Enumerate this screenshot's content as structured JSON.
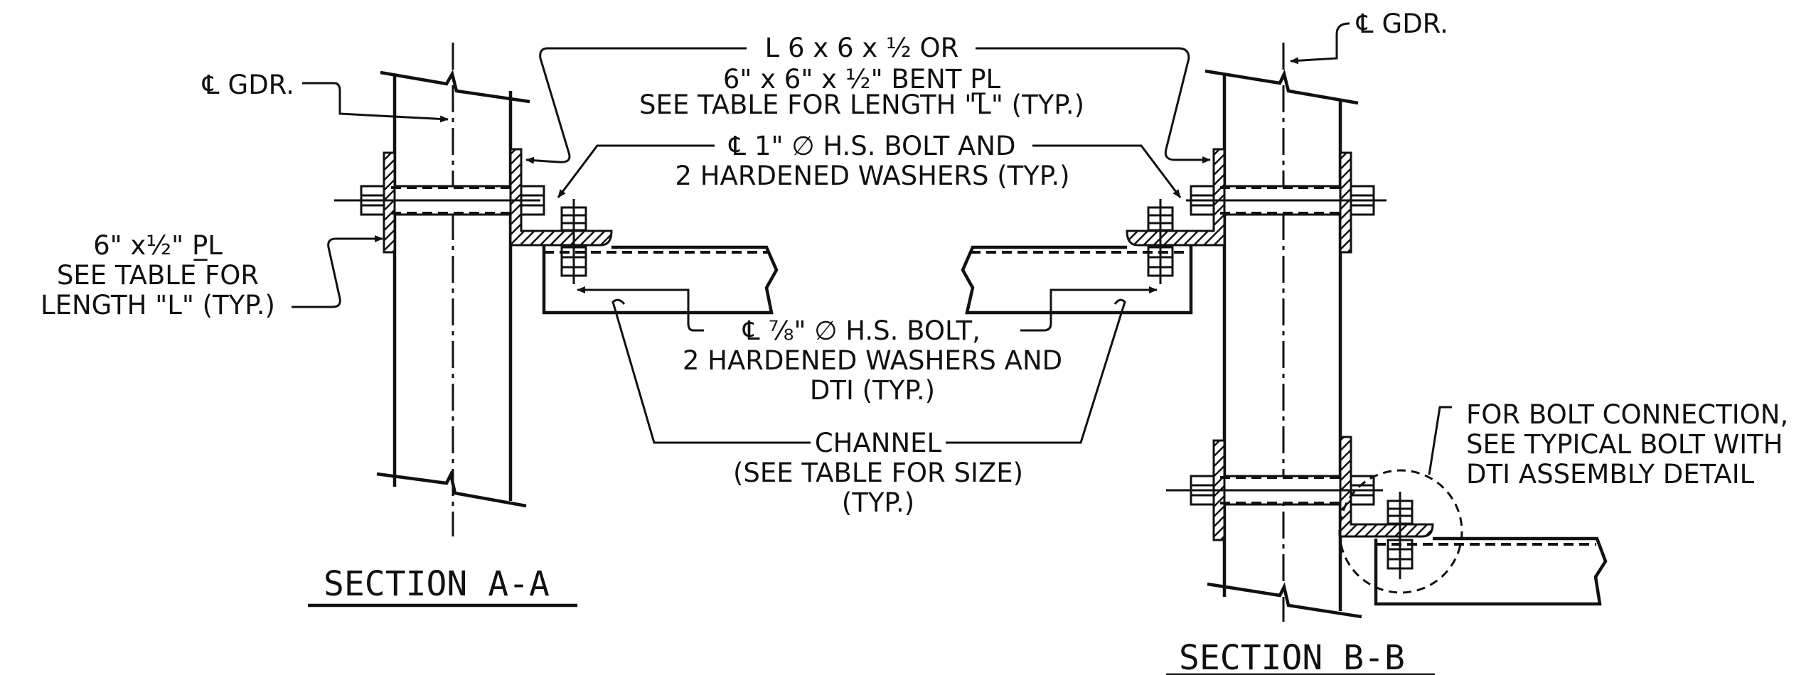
{
  "sections": {
    "a": {
      "title": "SECTION A-A"
    },
    "b": {
      "title": "SECTION B-B"
    }
  },
  "labels": {
    "cl_gdr_left": "℄ GDR.",
    "cl_gdr_right": "℄ GDR.",
    "angle": [
      "L 6 x 6 x ½ OR",
      "6\" x 6\" x ½\" BENT P̲L",
      "SEE TABLE FOR LENGTH \"L\" (TYP.)"
    ],
    "bolt_1in": [
      "℄ 1\" ∅ H.S. BOLT AND",
      "2 HARDENED WASHERS (TYP.)"
    ],
    "plate": [
      "6\" x½\" P̲L",
      "SEE TABLE FOR",
      "LENGTH \"L\" (TYP.)"
    ],
    "bolt_7_8": [
      "℄ ⅞\" ∅ H.S. BOLT,",
      "2 HARDENED WASHERS AND",
      "DTI (TYP.)"
    ],
    "channel": [
      "CHANNEL",
      "(SEE TABLE FOR SIZE)",
      "(TYP.)"
    ],
    "bolt_conn": [
      "FOR BOLT CONNECTION,",
      "SEE TYPICAL BOLT WITH",
      "DTI ASSEMBLY DETAIL"
    ]
  }
}
